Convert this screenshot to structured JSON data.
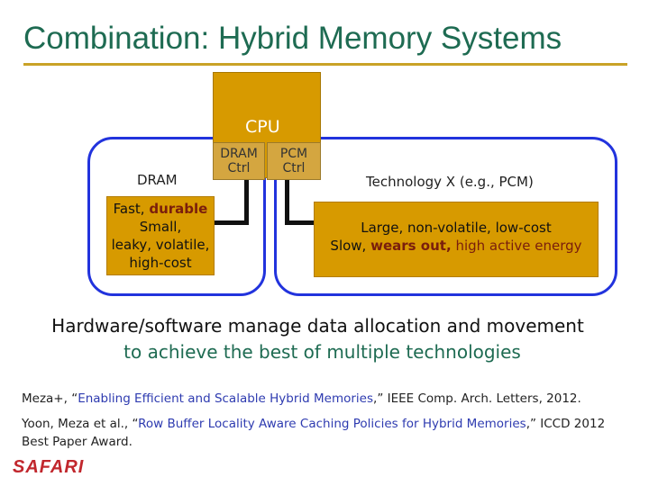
{
  "slide": {
    "title": "Combination: Hybrid Memory Systems",
    "cpu_label": "CPU",
    "dram_ctrl": {
      "line1": "DRAM",
      "line2": "Ctrl"
    },
    "pcm_ctrl": {
      "line1": "PCM",
      "line2": "Ctrl"
    },
    "left_memory": {
      "label": "DRAM",
      "desc_prefix": "Fast,",
      "desc_bold": "durable",
      "desc_line2": "Small,",
      "desc_line3": "leaky, volatile,",
      "desc_line4": "high-cost"
    },
    "right_memory": {
      "label": "Technology X (e.g., PCM)",
      "desc_line1": "Large, non-volatile, low-cost",
      "desc_line2_prefix": "Slow,",
      "desc_line2_bold": "wears out,",
      "desc_line2_suffix": "high active energy"
    },
    "statement_line1": "Hardware/software manage data allocation and movement",
    "statement_line2": "to achieve the best of multiple technologies",
    "references": [
      {
        "prefix": "Meza+, “",
        "link": "Enabling Efficient and Scalable Hybrid Memories",
        "suffix": ",” IEEE Comp. Arch. Letters, 2012."
      },
      {
        "prefix": "Yoon, Meza et al., “",
        "link": "Row Buffer Locality Aware Caching Policies for Hybrid Memories",
        "suffix": ",” ICCD 2012 Best Paper Award."
      }
    ],
    "footer_logo": "SAFARI"
  },
  "colors": {
    "title": "#1e6b52",
    "rule": "#c9a227",
    "box_fill": "#d79a00",
    "outline": "#2233dd",
    "emphasis": "#7a1e0c",
    "link": "#2e3bb0",
    "logo": "#c1272d"
  }
}
